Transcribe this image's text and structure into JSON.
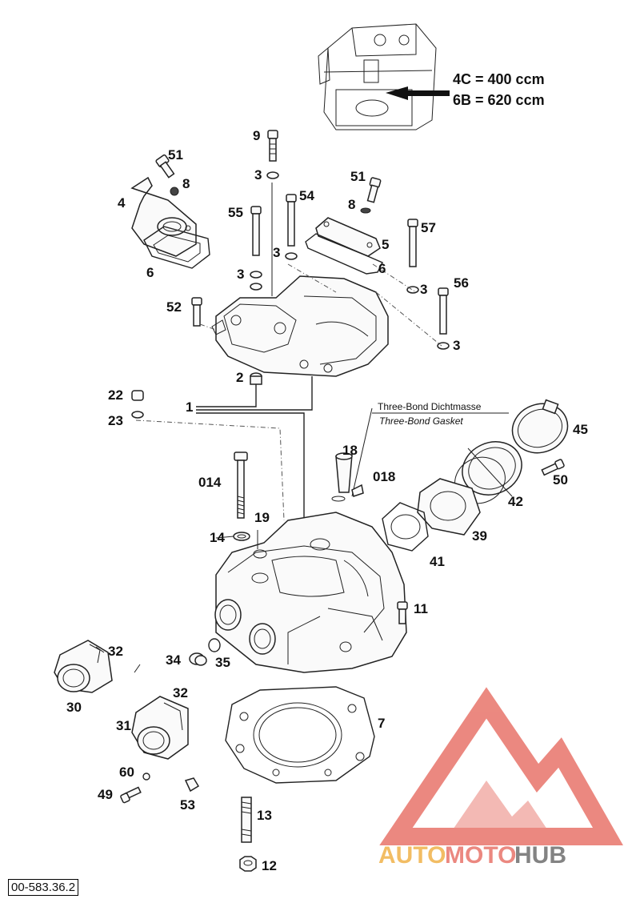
{
  "engine_variants": [
    "4C = 400 ccm",
    "6B = 620 ccm"
  ],
  "gasket_note": {
    "line1": "Three-Bond Dichtmasse",
    "line2": "Three-Bond Gasket"
  },
  "part_labels": [
    "9",
    "51",
    "8",
    "3",
    "4",
    "54",
    "51",
    "8",
    "55",
    "5",
    "3",
    "57",
    "6",
    "6",
    "3",
    "3",
    "56",
    "52",
    "3",
    "2",
    "1",
    "22",
    "23",
    "45",
    "18",
    "018",
    "50",
    "014",
    "42",
    "19",
    "39",
    "14",
    "41",
    "11",
    "32",
    "34",
    "35",
    "30",
    "32",
    "7",
    "31",
    "60",
    "49",
    "53",
    "13",
    "12"
  ],
  "document_number": "00-583.36.2",
  "watermark": {
    "auto": "AUTO",
    "moto": "MOTO",
    "hub": "HUB"
  },
  "colors": {
    "watermark_red": "#e8746a",
    "watermark_orange": "#f0b24a",
    "watermark_gray": "#6e6e6e"
  }
}
